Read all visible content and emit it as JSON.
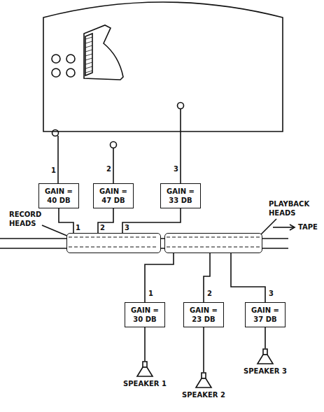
{
  "diagram": {
    "nodes": [
      {
        "text": [
          "GAIN = 40 DB"
        ]
      },
      {
        "text": [
          "GAIN = 47 DB"
        ]
      },
      {
        "text": [
          "GAIN = 33 DB"
        ]
      },
      {
        "text": [
          "RECORD HEADS"
        ]
      },
      {
        "text": [
          "PLAYBACK HEADS"
        ]
      },
      {
        "text": [
          "GAIN = 30 DB"
        ]
      },
      {
        "text": [
          "GAIN = 23 DB"
        ]
      },
      {
        "text": [
          "GAIN = 37 DB"
        ]
      },
      {
        "text": [
          "SPEAKER 1"
        ]
      },
      {
        "text": [
          "SPEAKER 2"
        ]
      },
      {
        "text": [
          "SPEAKER 3"
        ]
      }
    ],
    "edges": [
      {
        "from": 0,
        "to": 3,
        "arrow": "none"
      },
      {
        "from": 1,
        "to": 3,
        "arrow": "none"
      },
      {
        "from": 2,
        "to": 3,
        "arrow": "none"
      },
      {
        "from": 4,
        "to": 5,
        "label": "1",
        "arrow": "none"
      },
      {
        "from": 4,
        "to": 6,
        "label": "2",
        "arrow": "none"
      },
      {
        "from": 4,
        "to": 7,
        "label": "3",
        "arrow": "none"
      },
      {
        "from": 5,
        "to": 8,
        "arrow": "none"
      },
      {
        "from": 6,
        "to": 9,
        "arrow": "none"
      },
      {
        "from": 7,
        "to": 10,
        "arrow": "none"
      }
    ],
    "labels": [
      "1",
      "2",
      "3",
      "1",
      "2",
      "3",
      "TAPE"
    ]
  }
}
